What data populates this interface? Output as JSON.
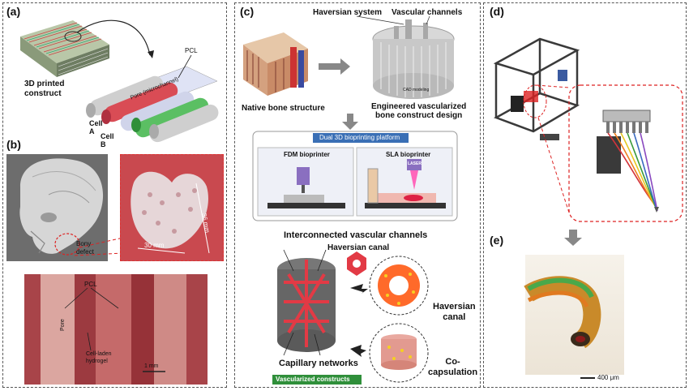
{
  "panel_a": {
    "label": "(a)",
    "construct_label": "3D printed\nconstruct",
    "pcl": "PCL",
    "pore": "Pore (microchannel)",
    "cell_a": "Cell\nA",
    "cell_b": "Cell\nB"
  },
  "panel_b": {
    "label": "(b)",
    "bony_defect": "Bony\ndefect",
    "dim_30": "30 mm",
    "dim_36": "36 mm",
    "pcl": "PCL",
    "pore": "Pore",
    "hydrogel": "Cell-laden\nhydrogel",
    "scale": "1 mm"
  },
  "panel_c": {
    "label": "(c)",
    "haversian_system": "Haversian system",
    "vascular_channels": "Vascular channels",
    "native_bone": "Native bone structure",
    "engineered": "Engineered vascularized\nbone construct design",
    "cad": "CAD modeling",
    "platform": "Dual 3D bioprinting platform",
    "fdm": "FDM bioprinter",
    "sla": "SLA bioprinter",
    "laser": "LASER",
    "interconnected": "Interconnected vascular channels",
    "haversian_canal_top": "Haversian canal",
    "haversian_canal": "Haversian\ncanal",
    "capillary": "Capillary networks",
    "co_cap": "Co-\ncapsulation",
    "vascularized": "Vascularized constructs"
  },
  "panel_d": {
    "label": "(d)"
  },
  "panel_e": {
    "label": "(e)",
    "scale": "400 μm"
  }
}
